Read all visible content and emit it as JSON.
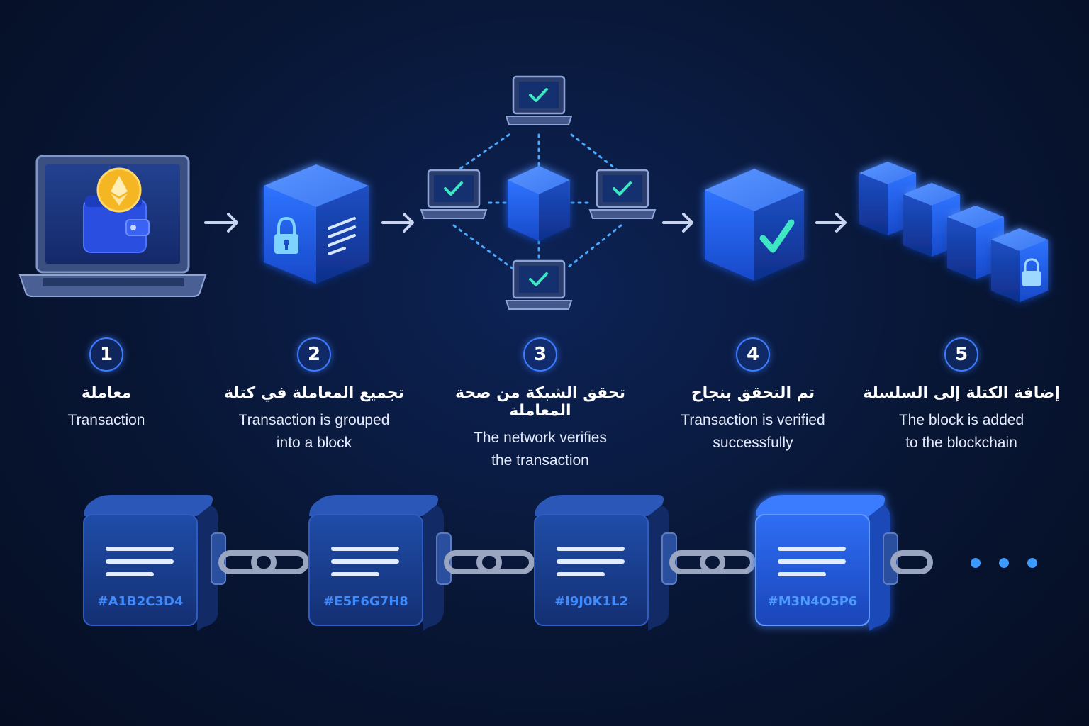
{
  "steps": [
    {
      "number": "1",
      "title_ar": "معاملة",
      "title_en": [
        "Transaction"
      ]
    },
    {
      "number": "2",
      "title_ar": "تجميع المعاملة في كتلة",
      "title_en": [
        "Transaction is grouped",
        "into a block"
      ]
    },
    {
      "number": "3",
      "title_ar": "تحقق الشبكة من صحة المعاملة",
      "title_en": [
        "The network verifies",
        "the transaction"
      ]
    },
    {
      "number": "4",
      "title_ar": "تم التحقق بنجاح",
      "title_en": [
        "Transaction is verified",
        "successfully"
      ]
    },
    {
      "number": "5",
      "title_ar": "إضافة الكتلة إلى السلسلة",
      "title_en": [
        "The block is added",
        "to the blockchain"
      ]
    }
  ],
  "chain_blocks": [
    {
      "hash": "#A1B2C3D4"
    },
    {
      "hash": "#E5F6G7H8"
    },
    {
      "hash": "#I9J0K1L2"
    },
    {
      "hash": "#M3N4O5P6"
    }
  ],
  "colors": {
    "background": "#081634",
    "accent": "#3d7bff",
    "check": "#3ee6c4",
    "coin": "#f5b623"
  }
}
